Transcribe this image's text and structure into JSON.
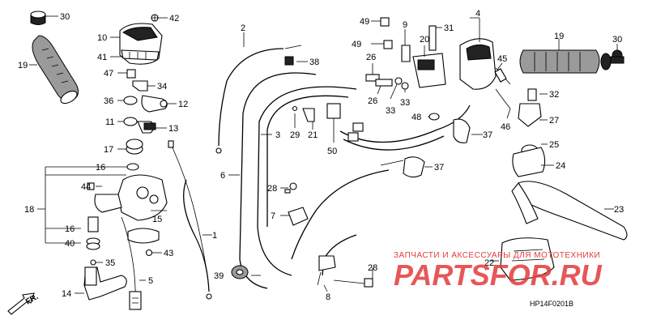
{
  "callouts": [
    {
      "id": "c30a",
      "text": "30"
    },
    {
      "id": "c19a",
      "text": "19"
    },
    {
      "id": "c10",
      "text": "10"
    },
    {
      "id": "c41",
      "text": "41"
    },
    {
      "id": "c42",
      "text": "42"
    },
    {
      "id": "c47",
      "text": "47"
    },
    {
      "id": "c34",
      "text": "34"
    },
    {
      "id": "c36",
      "text": "36"
    },
    {
      "id": "c12",
      "text": "12"
    },
    {
      "id": "c11",
      "text": "11"
    },
    {
      "id": "c13",
      "text": "13"
    },
    {
      "id": "c17",
      "text": "17"
    },
    {
      "id": "c16a",
      "text": "16"
    },
    {
      "id": "c18",
      "text": "18"
    },
    {
      "id": "c44",
      "text": "44"
    },
    {
      "id": "c15",
      "text": "15"
    },
    {
      "id": "c16b",
      "text": "16"
    },
    {
      "id": "c40",
      "text": "40"
    },
    {
      "id": "c35",
      "text": "35"
    },
    {
      "id": "c43",
      "text": "43"
    },
    {
      "id": "c5",
      "text": "5"
    },
    {
      "id": "c14",
      "text": "14"
    },
    {
      "id": "c2",
      "text": "2"
    },
    {
      "id": "c1",
      "text": "1"
    },
    {
      "id": "c6",
      "text": "6"
    },
    {
      "id": "c39",
      "text": "39"
    },
    {
      "id": "c3",
      "text": "3"
    },
    {
      "id": "c38",
      "text": "38"
    },
    {
      "id": "c29",
      "text": "29"
    },
    {
      "id": "c21",
      "text": "21"
    },
    {
      "id": "c50",
      "text": "50"
    },
    {
      "id": "c28a",
      "text": "28"
    },
    {
      "id": "c7",
      "text": "7"
    },
    {
      "id": "c49a",
      "text": "49"
    },
    {
      "id": "c49b",
      "text": "49"
    },
    {
      "id": "c9",
      "text": "9"
    },
    {
      "id": "c31",
      "text": "31"
    },
    {
      "id": "c4",
      "text": "4"
    },
    {
      "id": "c20",
      "text": "20"
    },
    {
      "id": "c26a",
      "text": "26"
    },
    {
      "id": "c26b",
      "text": "26"
    },
    {
      "id": "c33a",
      "text": "33"
    },
    {
      "id": "c33b",
      "text": "33"
    },
    {
      "id": "c48",
      "text": "48"
    },
    {
      "id": "c45",
      "text": "45"
    },
    {
      "id": "c46",
      "text": "46"
    },
    {
      "id": "c19b",
      "text": "19"
    },
    {
      "id": "c30b",
      "text": "30"
    },
    {
      "id": "c32",
      "text": "32"
    },
    {
      "id": "c27",
      "text": "27"
    },
    {
      "id": "c37a",
      "text": "37"
    },
    {
      "id": "c37b",
      "text": "37"
    },
    {
      "id": "c25",
      "text": "25"
    },
    {
      "id": "c24",
      "text": "24"
    },
    {
      "id": "c23",
      "text": "23"
    },
    {
      "id": "c22",
      "text": "22"
    },
    {
      "id": "c28b",
      "text": "28"
    },
    {
      "id": "c8",
      "text": "8"
    }
  ],
  "direction_label": "FR.",
  "watermark_line": "ЗАПЧАСТИ И АКСЕССУАРЫ ДЛЯ МОТОТЕХНИКИ",
  "watermark_brand": "PARTSFOR.RU",
  "diagram_code": "HP14F0201B"
}
